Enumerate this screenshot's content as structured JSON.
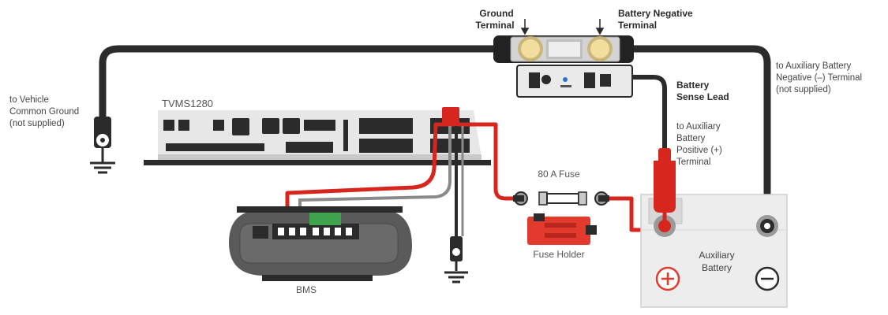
{
  "labels": {
    "ground_terminal": [
      "Ground",
      "Terminal"
    ],
    "battery_negative_terminal": [
      "Battery Negative",
      "Terminal"
    ],
    "aux_neg": [
      "to Auxiliary Battery",
      "Negative (–) Terminal",
      "(not supplied)"
    ],
    "vehicle_ground": [
      "to Vehicle",
      "Common Ground",
      "(not supplied)"
    ],
    "tvms": "TVMS1280",
    "sense_lead": [
      "Battery",
      "Sense Lead"
    ],
    "aux_pos": [
      "to Auxiliary",
      "Battery",
      "Positive (+)",
      "Terminal"
    ],
    "fuse": "80 A Fuse",
    "fuse_holder": "Fuse Holder",
    "battery": [
      "Auxiliary",
      "Battery"
    ],
    "bms": "BMS"
  },
  "colors": {
    "cable": "#2b2b2b",
    "red_wire": "#d7261e",
    "grey_wire": "#8a8a8a",
    "device_grey": "#e7e7e7",
    "battery_red": "#e23b2e"
  },
  "icons": {
    "plus": "plus-symbol",
    "minus": "minus-symbol",
    "ground": "ground-symbol"
  }
}
